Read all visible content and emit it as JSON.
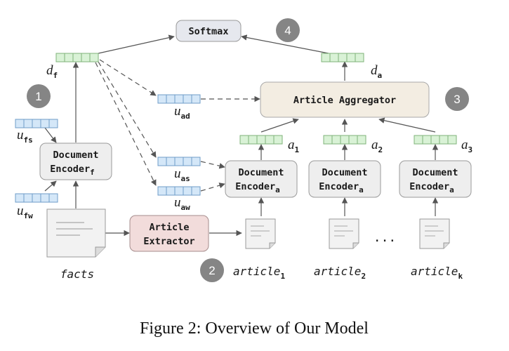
{
  "boxes": {
    "softmax": "Softmax",
    "article_aggregator": "Article Aggregator",
    "doc_encoder_f": {
      "label": "Document",
      "label2": "Encoder",
      "sub": "f"
    },
    "doc_encoder_a1": {
      "label": "Document",
      "label2": "Encoder",
      "sub": "a"
    },
    "doc_encoder_a2": {
      "label": "Document",
      "label2": "Encoder",
      "sub": "a"
    },
    "doc_encoder_a3": {
      "label": "Document",
      "label2": "Encoder",
      "sub": "a"
    },
    "article_extractor": {
      "line1": "Article",
      "line2": "Extractor"
    }
  },
  "vectors": {
    "d_f": {
      "base": "d",
      "sub": "f"
    },
    "d_a": {
      "base": "d",
      "sub": "a"
    },
    "u_ad": {
      "base": "u",
      "sub": "ad"
    },
    "u_as": {
      "base": "u",
      "sub": "as"
    },
    "u_aw": {
      "base": "u",
      "sub": "aw"
    },
    "u_fs": {
      "base": "u",
      "sub": "fs"
    },
    "u_fw": {
      "base": "u",
      "sub": "fw"
    },
    "a1": {
      "base": "a",
      "sub": "1"
    },
    "a2": {
      "base": "a",
      "sub": "2"
    },
    "a3": {
      "base": "a",
      "sub": "3"
    }
  },
  "documents": {
    "facts": "facts",
    "article1": {
      "base": "article",
      "sub": "1"
    },
    "article2": {
      "base": "article",
      "sub": "2"
    },
    "articlek": {
      "base": "article",
      "sub": "k"
    },
    "ellipsis": "..."
  },
  "badges": [
    "1",
    "2",
    "3",
    "4"
  ],
  "caption": "Figure 2: Overview of Our Model",
  "colors": {
    "vector_green": "#d9f2d6",
    "vector_green_stroke": "#7fb37a",
    "vector_blue": "#d4e7f8",
    "vector_blue_stroke": "#6f9cc8",
    "box_gray": "#eeeeee",
    "box_aggregator": "#f3ede2",
    "box_extractor": "#f2dcdb",
    "softmax_fill": "#e6e8ee",
    "badge": "#858585",
    "arrow": "#555555"
  }
}
